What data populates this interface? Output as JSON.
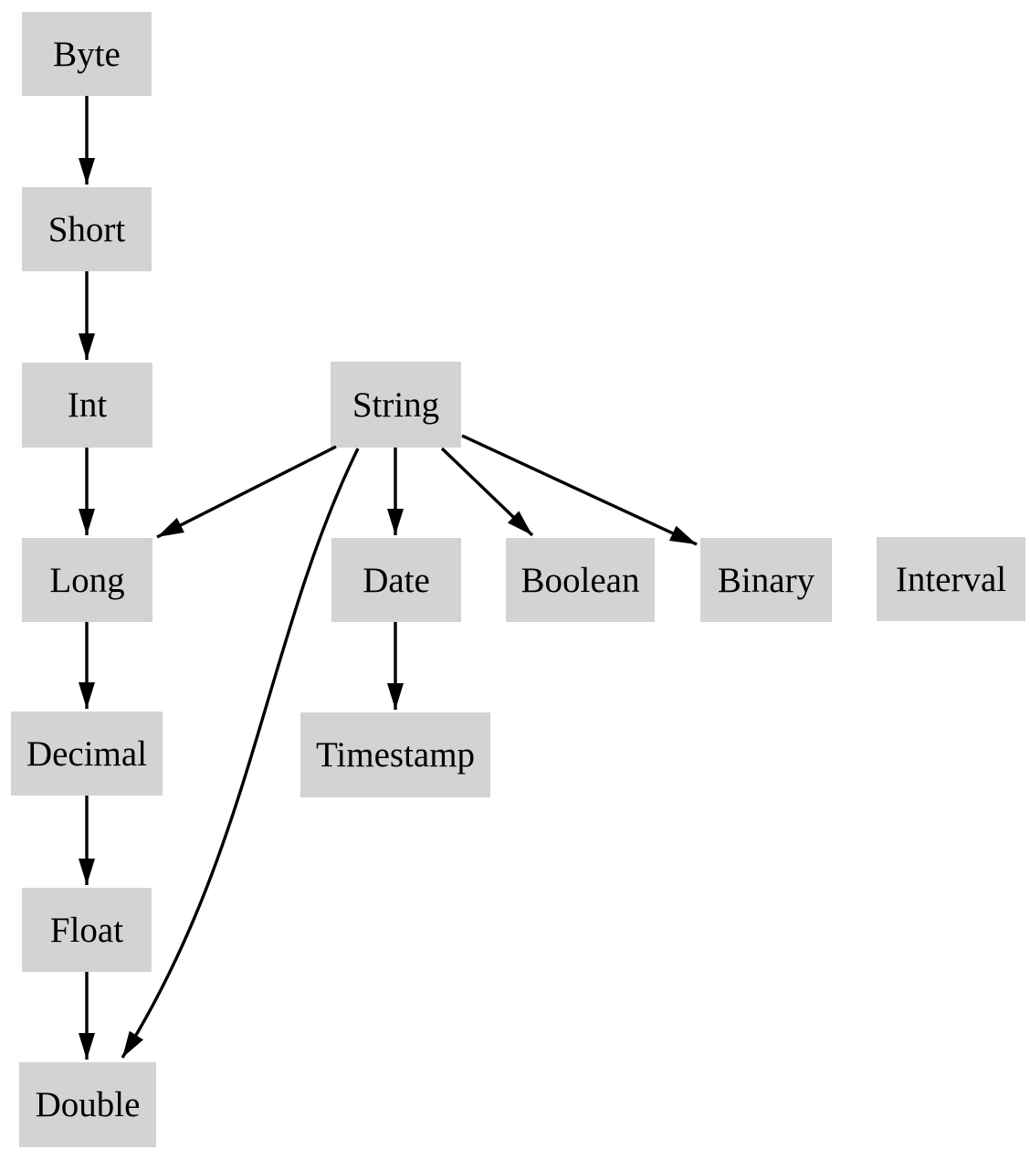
{
  "diagram": {
    "type": "directed-graph",
    "background_color": "#ffffff",
    "node_fill_color": "#d3d3d3",
    "node_text_color": "#000000",
    "edge_color": "#000000",
    "nodes": [
      {
        "id": "byte",
        "label": "Byte"
      },
      {
        "id": "short",
        "label": "Short"
      },
      {
        "id": "int",
        "label": "Int"
      },
      {
        "id": "string",
        "label": "String"
      },
      {
        "id": "long",
        "label": "Long"
      },
      {
        "id": "date",
        "label": "Date"
      },
      {
        "id": "boolean",
        "label": "Boolean"
      },
      {
        "id": "binary",
        "label": "Binary"
      },
      {
        "id": "interval",
        "label": "Interval"
      },
      {
        "id": "decimal",
        "label": "Decimal"
      },
      {
        "id": "timestamp",
        "label": "Timestamp"
      },
      {
        "id": "float",
        "label": "Float"
      },
      {
        "id": "double",
        "label": "Double"
      }
    ],
    "edges": [
      {
        "from": "Byte",
        "to": "Short"
      },
      {
        "from": "Short",
        "to": "Int"
      },
      {
        "from": "Int",
        "to": "Long"
      },
      {
        "from": "String",
        "to": "Long"
      },
      {
        "from": "String",
        "to": "Date"
      },
      {
        "from": "String",
        "to": "Boolean"
      },
      {
        "from": "String",
        "to": "Binary"
      },
      {
        "from": "String",
        "to": "Double"
      },
      {
        "from": "Long",
        "to": "Decimal"
      },
      {
        "from": "Decimal",
        "to": "Float"
      },
      {
        "from": "Float",
        "to": "Double"
      },
      {
        "from": "Date",
        "to": "Timestamp"
      }
    ]
  }
}
